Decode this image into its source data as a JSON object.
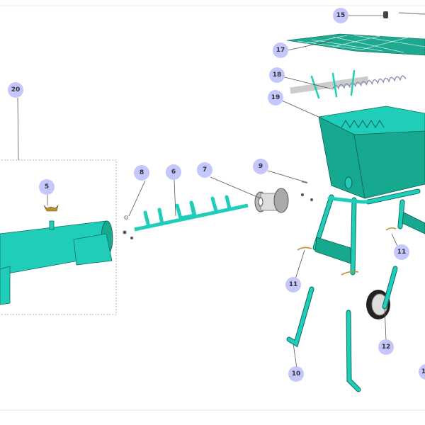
{
  "diagram": {
    "type": "exploded-parts-diagram",
    "colors": {
      "part": "#1fcdb8",
      "part_dark": "#17a98f",
      "callout": "#c5c6fb",
      "brass": "#b8902e"
    },
    "callouts": [
      {
        "id": "c15",
        "label": "15"
      },
      {
        "id": "c17",
        "label": "17"
      },
      {
        "id": "c18",
        "label": "18"
      },
      {
        "id": "c19",
        "label": "19"
      },
      {
        "id": "c20",
        "label": "20"
      },
      {
        "id": "c5",
        "label": "5"
      },
      {
        "id": "c8",
        "label": "8"
      },
      {
        "id": "c6",
        "label": "6"
      },
      {
        "id": "c7",
        "label": "7"
      },
      {
        "id": "c9",
        "label": "9"
      },
      {
        "id": "c11a",
        "label": "11"
      },
      {
        "id": "c11b",
        "label": "11"
      },
      {
        "id": "c12",
        "label": "12"
      },
      {
        "id": "c10",
        "label": "10"
      },
      {
        "id": "c1x",
        "label": "1"
      }
    ]
  }
}
